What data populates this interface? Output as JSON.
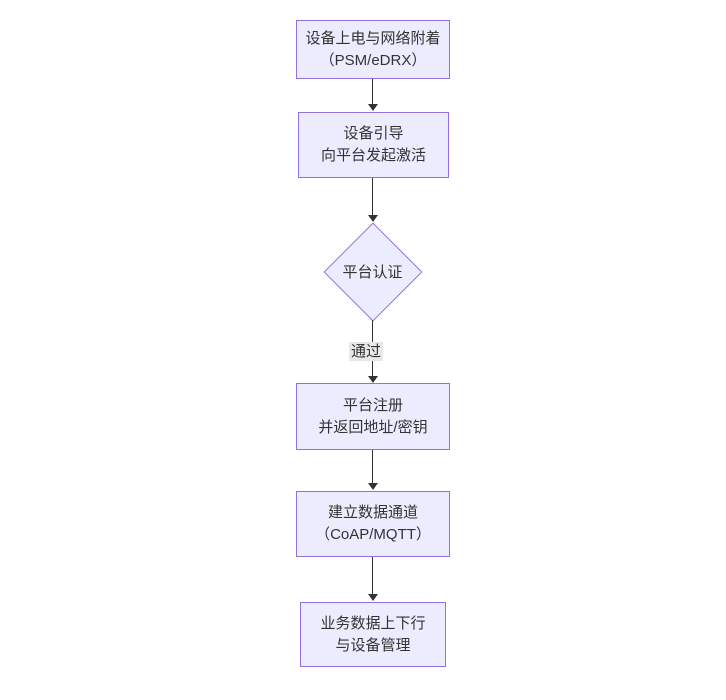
{
  "diagram": {
    "type": "flowchart",
    "direction": "top-down",
    "nodes": [
      {
        "id": "power-on-attach",
        "shape": "rect",
        "lines": [
          "设备上电与网络附着",
          "（PSM/eDRX）"
        ]
      },
      {
        "id": "device-bootstrap",
        "shape": "rect",
        "lines": [
          "设备引导",
          "向平台发起激活"
        ]
      },
      {
        "id": "platform-auth",
        "shape": "diamond",
        "lines": [
          "平台认证"
        ]
      },
      {
        "id": "platform-register",
        "shape": "rect",
        "lines": [
          "平台注册",
          "并返回地址/密钥"
        ]
      },
      {
        "id": "data-channel",
        "shape": "rect",
        "lines": [
          "建立数据通道",
          "（CoAP/MQTT）"
        ]
      },
      {
        "id": "business-data",
        "shape": "rect",
        "lines": [
          "业务数据上下行",
          "与设备管理"
        ]
      }
    ],
    "edges": [
      {
        "from": "power-on-attach",
        "to": "device-bootstrap",
        "label": ""
      },
      {
        "from": "device-bootstrap",
        "to": "platform-auth",
        "label": ""
      },
      {
        "from": "platform-auth",
        "to": "platform-register",
        "label": "通过"
      },
      {
        "from": "platform-register",
        "to": "data-channel",
        "label": ""
      },
      {
        "from": "data-channel",
        "to": "business-data",
        "label": ""
      }
    ],
    "colors": {
      "node_fill": "#ECECFF",
      "node_border": "#9370DB",
      "text": "#333333",
      "edge_line": "#333333",
      "edge_label_bg": "#e8e8e8",
      "background": "#ffffff"
    }
  }
}
